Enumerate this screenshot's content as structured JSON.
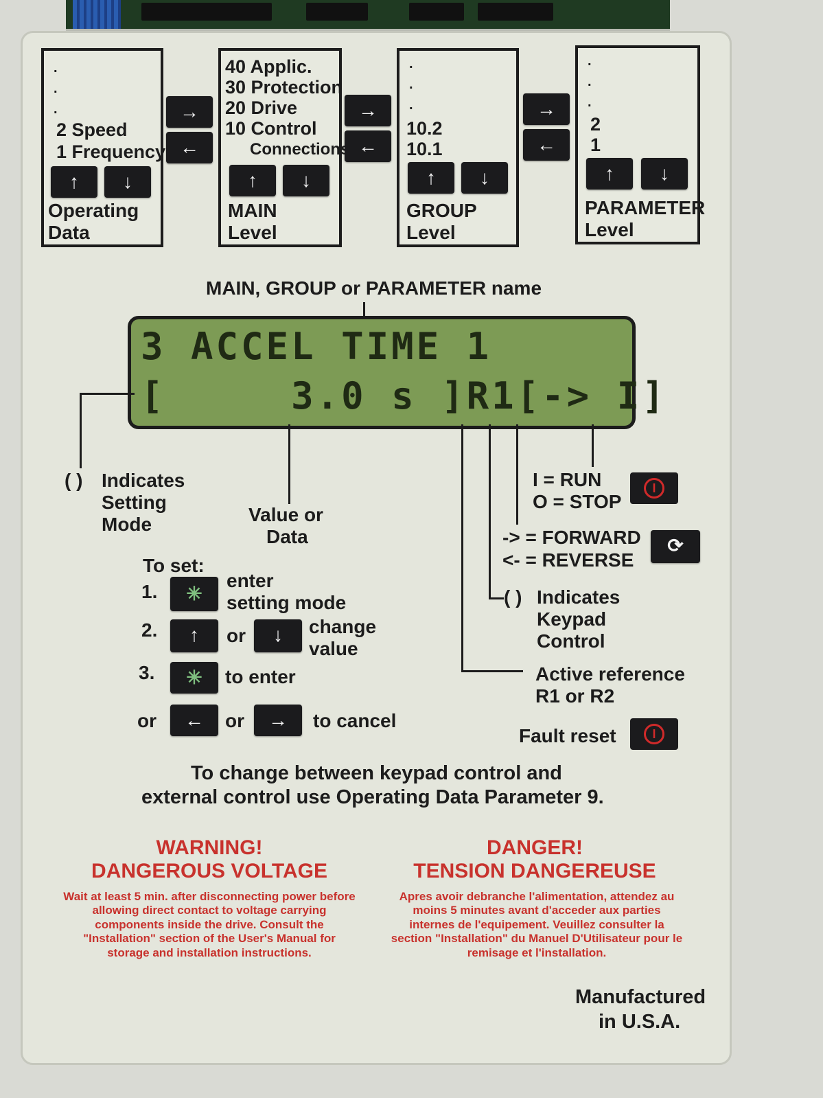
{
  "menu_boxes": [
    {
      "lines": [
        "2 Speed",
        "1 Frequency"
      ],
      "title_line1": "Operating",
      "title_line2": "Data"
    },
    {
      "lines": [
        "40 Applic.",
        "30 Protection",
        "20 Drive",
        "10 Control",
        "Connections"
      ],
      "title_line1": "MAIN",
      "title_line2": "Level"
    },
    {
      "lines": [
        "10.2",
        "10.1"
      ],
      "title_line1": "GROUP",
      "title_line2": "Level"
    },
    {
      "lines": [
        "2",
        "1"
      ],
      "title_line1": "PARAMETER",
      "title_line2": "Level"
    }
  ],
  "glyphs": {
    "dot": ".",
    "arrow_up": "↑",
    "arrow_down": "↓",
    "arrow_right": "→",
    "arrow_left": "←",
    "star": "✳",
    "power": "I",
    "reverse": "⟳",
    "paren": "( )"
  },
  "display": {
    "caption": "MAIN, GROUP or PARAMETER name",
    "line1": "3 ACCEL TIME 1",
    "line2": "[     3.0 s ]R1[-> I]"
  },
  "legend": {
    "setting_mode": [
      "Indicates",
      "Setting",
      "Mode"
    ],
    "value": [
      "Value or",
      "Data"
    ],
    "run": "I = RUN",
    "stop": "O = STOP",
    "forward": "-> = FORWARD",
    "reverse": "<- = REVERSE",
    "keypad": [
      "Indicates",
      "Keypad",
      "Control"
    ],
    "reference": [
      "Active reference",
      "R1 or R2"
    ],
    "fault_reset": "Fault reset"
  },
  "instructions": {
    "heading": "To set:",
    "step1_num": "1.",
    "step1_text": [
      "enter",
      "setting mode"
    ],
    "step2_num": "2.",
    "step2_or": "or",
    "step2_text": [
      "change",
      "value"
    ],
    "step3_num": "3.",
    "step3_text": "to enter",
    "cancel_or": "or",
    "cancel_or2": "or",
    "cancel_text": "to cancel"
  },
  "note": [
    "To change between keypad control and",
    "external control use Operating Data Parameter 9."
  ],
  "warning_en": {
    "title": [
      "WARNING!",
      "DANGEROUS VOLTAGE"
    ],
    "text": [
      "Wait at least 5 min. after disconnecting power before",
      "allowing direct contact to voltage carrying",
      "components inside the drive. Consult the",
      "\"Installation\" section of the User's Manual for",
      "storage and installation instructions."
    ]
  },
  "warning_fr": {
    "title": [
      "DANGER!",
      "TENSION DANGEREUSE"
    ],
    "text": [
      "Apres avoir debranche l'alimentation, attendez au",
      "moins 5 minutes avant d'acceder aux parties",
      "internes de l'equipement. Veuillez consulter la",
      "section \"Installation\" du Manuel D'Utilisateur pour le",
      "remisage et l'installation."
    ]
  },
  "manufacturer": [
    "Manufactured",
    "in U.S.A."
  ],
  "colors": {
    "lcd": "#7d9b55",
    "warning": "#c8322d",
    "panel": "#e4e6dc"
  }
}
